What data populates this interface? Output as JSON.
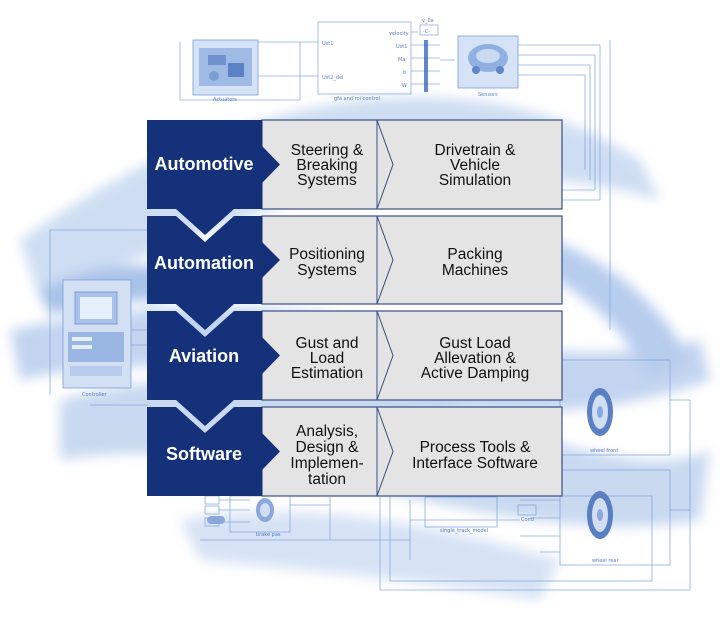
{
  "background": {
    "blocks": {
      "actuators": "Actuators",
      "sensors": "Sensors",
      "controller": "Controller",
      "gfa_control": "gfa and roi control",
      "ports_left": [
        "Ust1",
        "Ust2_del"
      ],
      "ports_right": [
        "velocity",
        "Ust1",
        "Ma",
        "b",
        "W"
      ],
      "constant_tag": "-C-",
      "constant_name": "v_0a",
      "wheel_front": "wheel front",
      "wheel_rear": "wheel rear",
      "brake_label": "brake pas",
      "single_track": "single_track_model",
      "cond": "Cond"
    },
    "colors": {
      "wash": "#c9daf1",
      "lines": "#7c9fd6",
      "dark_wash": "#8fb0e0"
    }
  },
  "matrix": {
    "colors": {
      "label_bg": "#15317a",
      "cell_bg": "#e4e4e4",
      "border": "#3a4f86",
      "label_text": "#ffffff"
    },
    "rows": [
      {
        "label": "Automotive",
        "cell1": [
          "Steering &",
          "Breaking",
          "Systems"
        ],
        "cell2": [
          "Drivetrain &",
          "Vehicle",
          "Simulation"
        ]
      },
      {
        "label": "Automation",
        "cell1": [
          "Positioning",
          "Systems"
        ],
        "cell2": [
          "Packing",
          "Machines"
        ]
      },
      {
        "label": "Aviation",
        "cell1": [
          "Gust and",
          "Load",
          "Estimation"
        ],
        "cell2": [
          "Gust Load",
          "Allevation &",
          "Active Damping"
        ]
      },
      {
        "label": "Software",
        "cell1": [
          "Analysis,",
          "Design &",
          "Implemen-",
          "tation"
        ],
        "cell2": [
          "Process Tools &",
          "Interface Software"
        ]
      }
    ]
  }
}
